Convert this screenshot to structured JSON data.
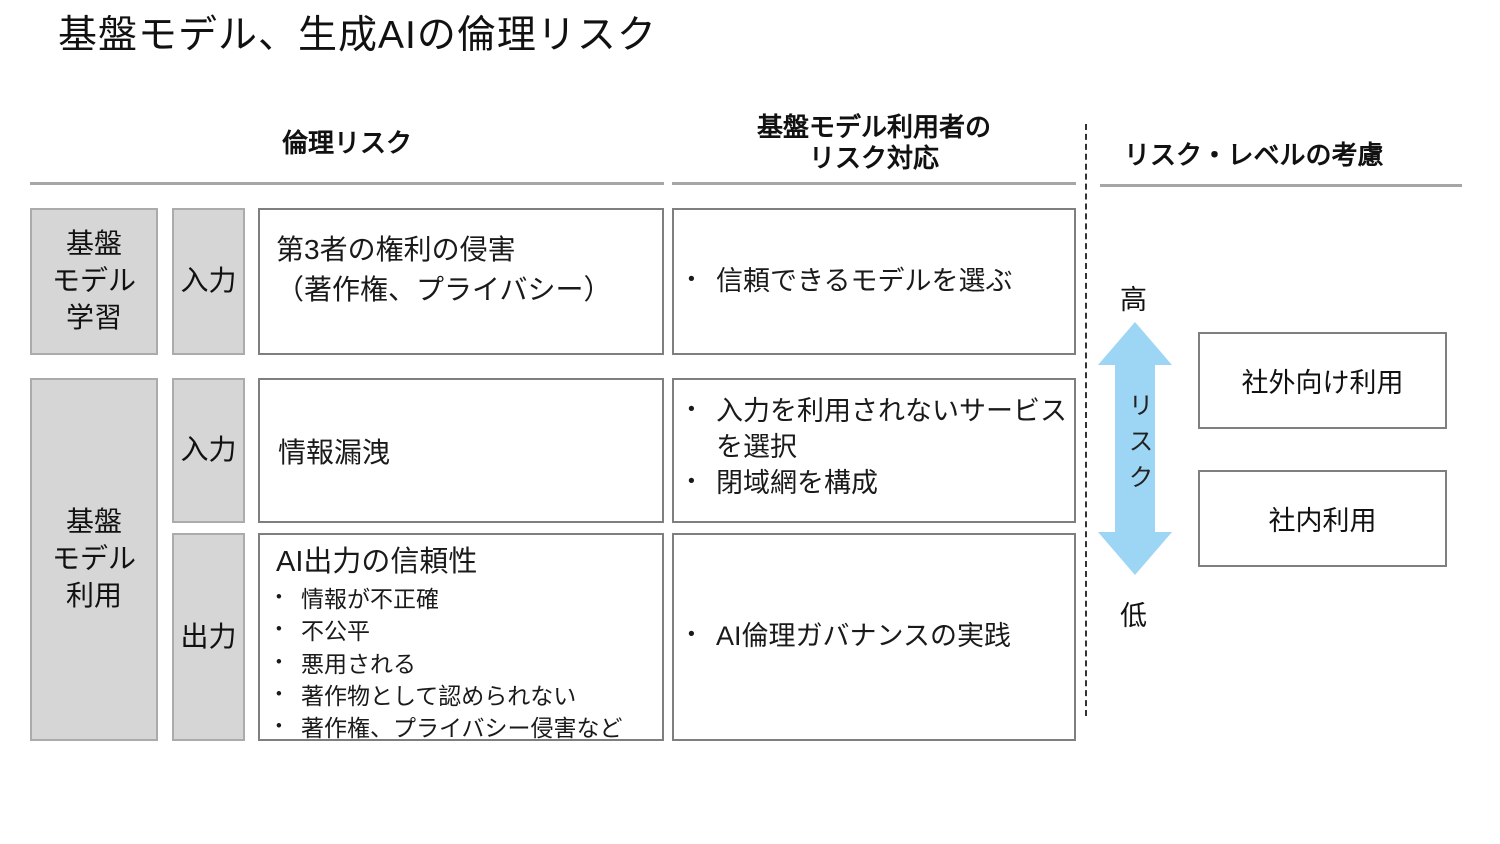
{
  "title": "基盤モデル、生成AIの倫理リスク",
  "bullet_char": "•",
  "colors": {
    "gray_fill": "#D6D6D6",
    "gray_border": "#ABABAB",
    "box_border": "#7F7F7F",
    "rule": "#A6A6A6",
    "arrow": "#9DD5F4",
    "text": "#1A1A1A"
  },
  "headers": {
    "ethics_risk": "倫理リスク",
    "user_response": [
      "基盤モデル利用者の",
      "リスク対応"
    ],
    "risk_level": "リスク・レベルの考慮"
  },
  "table": {
    "training": {
      "stage": [
        "基盤",
        "モデル",
        "学習"
      ],
      "io": "入力",
      "risk": [
        "第3者の権利の侵害",
        "（著作権、プライバシー）"
      ],
      "response": [
        "信頼できるモデルを選ぶ"
      ]
    },
    "usage": {
      "stage": [
        "基盤",
        "モデル",
        "利用"
      ],
      "input_row": {
        "io": "入力",
        "risk": "情報漏洩",
        "response": [
          "入力を利用されないサービスを選択",
          "閉域網を構成"
        ]
      },
      "output_row": {
        "io": "出力",
        "risk_title": "AI出力の信頼性",
        "risk_items": [
          "情報が不正確",
          "不公平",
          "悪用される",
          "著作物として認められない",
          "著作権、プライバシー侵害など"
        ],
        "response": [
          "AI倫理ガバナンスの実践"
        ]
      }
    }
  },
  "risk_scale": {
    "high": "高",
    "low": "低",
    "axis": "リスク",
    "external_box": "社外向け利用",
    "internal_box": "社内利用"
  }
}
